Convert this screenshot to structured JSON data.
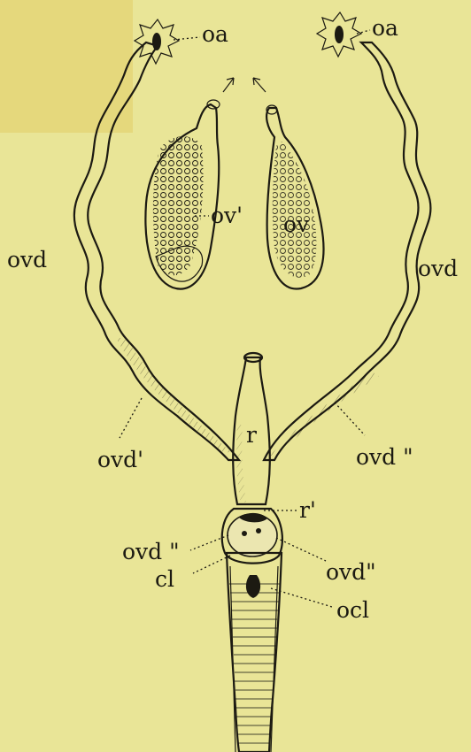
{
  "labels": {
    "oa_left": "oa",
    "oa_right": "oa",
    "ovd_left": "ovd",
    "ovd_right": "ovd",
    "ov_prime": "ov'",
    "ov": "ov",
    "r": "r",
    "r_prime": "r'",
    "ovd_prime": "ovd'",
    "ovd_dprime_right": "ovd \"",
    "ovd_dprime_left": "ovd \"",
    "ovd_dprime_right2": "ovd\"",
    "cl": "cl",
    "ocl": "ocl"
  },
  "colors": {
    "background": "#e9e597",
    "ink": "#1c1a12",
    "tissue": "#e4e0a0",
    "stain": "#e0c860"
  }
}
